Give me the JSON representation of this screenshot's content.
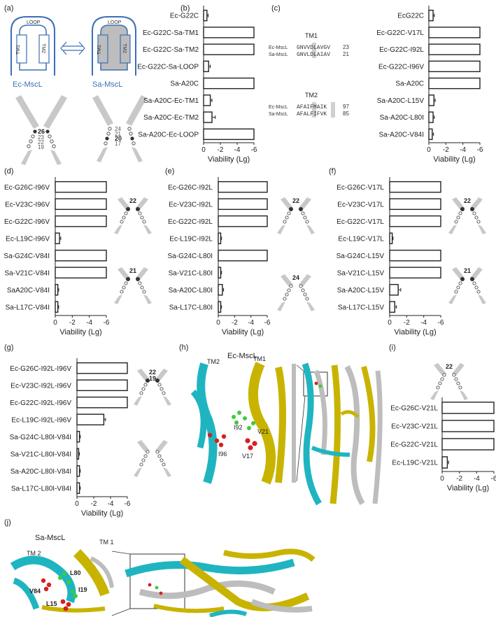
{
  "panel_labels": [
    "(a)",
    "(b)",
    "(c)",
    "(d)",
    "(e)",
    "(f)",
    "(g)",
    "(h)",
    "(i)",
    "(j)"
  ],
  "schematic_a": {
    "loop": "LOOP",
    "tm1": "TM1",
    "tm2": "TM2",
    "left_name": "Ec-MscL",
    "right_name": "Sa-MscL",
    "left_positions": [
      "26",
      "23",
      "22",
      "19"
    ],
    "right_positions": [
      "24",
      "21",
      "20",
      "17"
    ]
  },
  "alignment_c": {
    "tm1_title": "TM1",
    "tm2_title": "TM2",
    "rows_tm1": [
      {
        "name": "Ec-MscL",
        "seq": "GNVVDLAVGV",
        "num": "23"
      },
      {
        "name": "Sa-MscL",
        "seq": "GNVLDLAIAV",
        "num": "21"
      }
    ],
    "rows_tm2": [
      {
        "name": "Ec-MscL",
        "seq": "AFAIFMAIK",
        "num": "97"
      },
      {
        "name": "Sa-MscL",
        "seq": "AFALFIFVK",
        "num": "85"
      }
    ]
  },
  "cartoons": {
    "d_top": "22",
    "d_bottom": "21",
    "e_top": "22",
    "e_bottom": "24",
    "f_top": "22",
    "f_bottom": "21",
    "g_top_1": "22",
    "g_top_2": "19",
    "i_top": "22"
  },
  "structure_h": {
    "title": "Ec-MscL",
    "tm2": "TM2",
    "tm1": "TM1",
    "residues": [
      "I92",
      "V21",
      "I96",
      "V17"
    ]
  },
  "structure_j": {
    "title": "Sa-MscL",
    "tm2": "TM 2",
    "tm1": "TM 1",
    "residues": [
      "L80",
      "I19",
      "V84",
      "L15"
    ]
  },
  "colors": {
    "cyan": "#1fb5c0",
    "yellow": "#c8b400",
    "grey": "#bdbdbd",
    "green": "#3ccc3c",
    "red": "#d42020",
    "bar_edge": "#222222"
  },
  "chart_data": [
    {
      "panel": "(b)",
      "type": "bar",
      "orientation": "horizontal",
      "categories": [
        "Ec-G22C",
        "Ec-G22C-Sa-TM1",
        "Ec-G22C-Sa-TM2",
        "Ec-G22C-Sa-LOOP",
        "Sa-A20C",
        "Sa-A20C-Ec-TM1",
        "Sa-A20C-Ec-TM2",
        "Sa-A20C-Ec-LOOP"
      ],
      "values": [
        -0.4,
        -6,
        -6,
        -0.6,
        -6,
        -0.8,
        -1.0,
        -6
      ],
      "errors": [
        0.15,
        0,
        0,
        0.2,
        0,
        0.2,
        0.4,
        0
      ],
      "xlabel": "Viability (Lg)",
      "xlim": [
        0,
        -6
      ],
      "ticks": [
        "0",
        "-2",
        "-4",
        "-6"
      ]
    },
    {
      "panel": "(c)",
      "type": "bar",
      "orientation": "horizontal",
      "categories": [
        "EcG22C",
        "Ec-G22C-V17L",
        "Ec-G22C-I92L",
        "Ec-G22C-I96V",
        "Sa-A20C",
        "Sa-A20C-L15V",
        "Sa-A20C-L80I",
        "Sa-A20C-V84I"
      ],
      "values": [
        -0.5,
        -6,
        -6,
        -6,
        -6,
        -0.6,
        -0.5,
        -0.4
      ],
      "errors": [
        0.15,
        0,
        0,
        0,
        0,
        0.15,
        0.15,
        0.15
      ],
      "xlabel": "Viability (Lg)",
      "xlim": [
        0,
        -6
      ],
      "ticks": [
        "0",
        "-2",
        "-4",
        "-6"
      ]
    },
    {
      "panel": "(d)",
      "type": "bar",
      "orientation": "horizontal",
      "categories": [
        "Ec-G26C-I96V",
        "Ec-V23C-I96V",
        "Ec-G22C-I96V",
        "Ec-L19C-I96V",
        "Sa-G24C-V84I",
        "Sa-V21C-V84I",
        "SaA20C-V84I",
        "Sa-L17C-V84I"
      ],
      "values": [
        -6,
        -6,
        -6,
        -0.5,
        -6,
        -6,
        -0.3,
        -0.3
      ],
      "errors": [
        0,
        0,
        0,
        0.15,
        0,
        0,
        0.1,
        0.1
      ],
      "xlabel": "Viability (Lg)",
      "xlim": [
        0,
        -6
      ],
      "ticks": [
        "0",
        "-2",
        "-4",
        "-6"
      ]
    },
    {
      "panel": "(e)",
      "type": "bar",
      "orientation": "horizontal",
      "categories": [
        "Ec-G26C-I92L",
        "Ec-V23C-I92L",
        "Ec-G22C-I92L",
        "Ec-L19C-I92L",
        "Sa-G24C-L80I",
        "Sa-V21C-L80I",
        "Sa-A20C-L80I",
        "Sa-L17C-L80I"
      ],
      "values": [
        -6,
        -6,
        -6,
        -0.3,
        -6,
        -0.3,
        -0.5,
        -0.3
      ],
      "errors": [
        0,
        0,
        0,
        0.1,
        0,
        0.1,
        0.15,
        0.1
      ],
      "xlabel": "Viability (Lg)",
      "xlim": [
        0,
        -6
      ],
      "ticks": [
        "0",
        "-2",
        "-4",
        "-6"
      ]
    },
    {
      "panel": "(f)",
      "type": "bar",
      "orientation": "horizontal",
      "categories": [
        "Ec-G26C-V17L",
        "Ec-V23C-V17L",
        "Ec-G22C-V17L",
        "Ec-L19C-V17L",
        "Sa-G24C-L15V",
        "Sa-V21C-L15V",
        "Sa-A20C-L15V",
        "Sa-L17C-L15V"
      ],
      "values": [
        -6,
        -6,
        -6,
        -0.3,
        -6,
        -6,
        -1.0,
        -0.6
      ],
      "errors": [
        0,
        0,
        0,
        0.1,
        0,
        0,
        0.3,
        0.2
      ],
      "xlabel": "Viability (Lg)",
      "xlim": [
        0,
        -6
      ],
      "ticks": [
        "0",
        "-2",
        "-4",
        "-6"
      ]
    },
    {
      "panel": "(g)",
      "type": "bar",
      "orientation": "horizontal",
      "categories": [
        "Ec-G26C-I92L-I96V",
        "Ec-V23C-I92L-I96V",
        "Ec-G22C-I92L-I96V",
        "Ec-L19C-I92L-I96V",
        "Sa-G24C-L80I-V84I",
        "Sa-V21C-L80I-V84I",
        "Sa-A20C-L80I-V84I",
        "Sa-L17C-L80I-V84I"
      ],
      "values": [
        -6,
        -6,
        -6,
        -3.2,
        -0.3,
        -0.2,
        -0.3,
        -0.3
      ],
      "errors": [
        0,
        0,
        0,
        0.2,
        0.1,
        0.1,
        0.1,
        0.1
      ],
      "xlabel": "Viability (Lg)",
      "xlim": [
        0,
        -6
      ],
      "ticks": [
        "0",
        "-2",
        "-4",
        "-6"
      ]
    },
    {
      "panel": "(i)",
      "type": "bar",
      "orientation": "horizontal",
      "categories": [
        "Ec-G26C-V21L",
        "Ec-V23C-V21L",
        "Ec-G22C-V21L",
        "Ec-L19C-V21L"
      ],
      "values": [
        -6,
        -6,
        -6,
        -0.6
      ],
      "errors": [
        0,
        0,
        0,
        0.15
      ],
      "xlabel": "Viability (Lg)",
      "xlim": [
        0,
        -6
      ],
      "ticks": [
        "0",
        "-2",
        "-4",
        "-6"
      ]
    }
  ]
}
